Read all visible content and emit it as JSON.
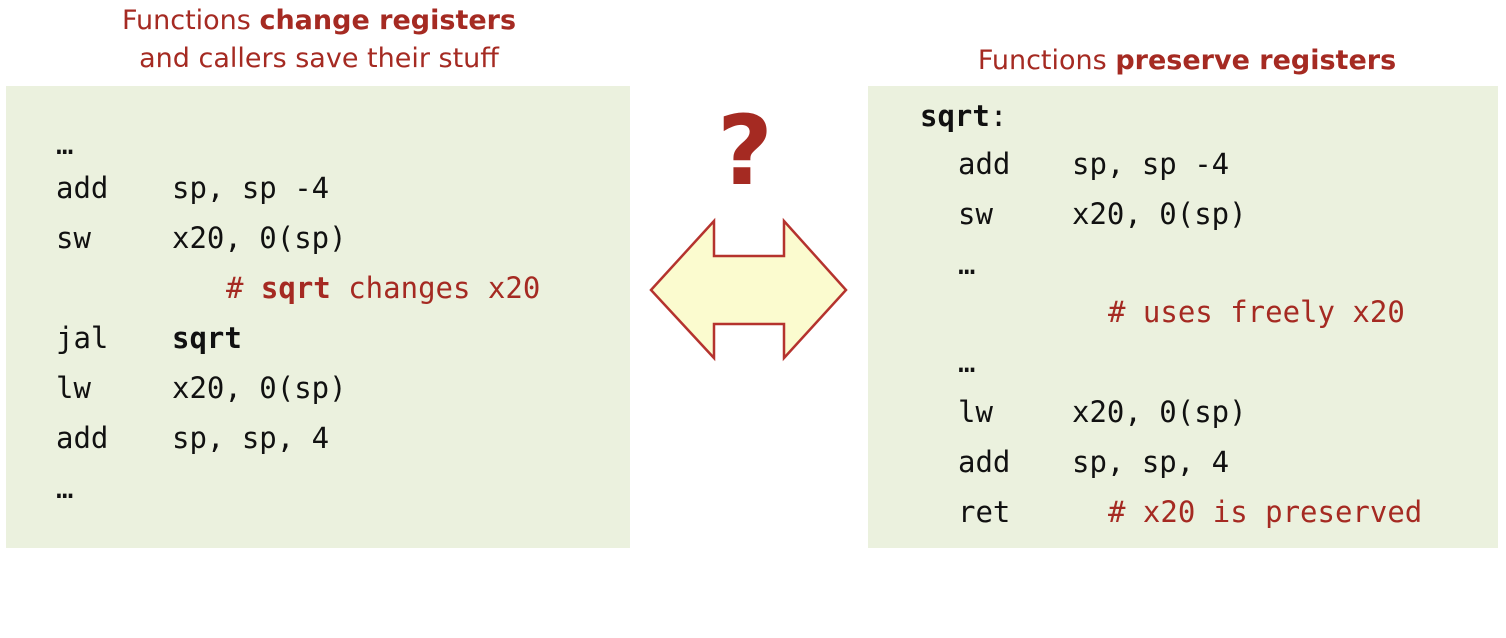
{
  "left": {
    "caption_line1_pre": "Functions ",
    "caption_line1_bold": "change registers",
    "caption_line2": "and callers save their stuff",
    "lines": [
      {
        "op": "…",
        "args": ""
      },
      {
        "op": "add",
        "args": "sp, sp -4"
      },
      {
        "op": "sw",
        "args": "x20, 0(sp)"
      },
      {
        "comment_pre": "# ",
        "comment_bold": "sqrt",
        "comment_post": " changes x20"
      },
      {
        "op": "jal",
        "args": "sqrt"
      },
      {
        "op": "lw",
        "args": "x20, 0(sp)"
      },
      {
        "op": "add",
        "args": "sp, sp, 4"
      },
      {
        "op": "…",
        "args": ""
      }
    ]
  },
  "center": {
    "question": "?",
    "arrow_fill": "#fbfbcf",
    "arrow_stroke": "#b5332e"
  },
  "right": {
    "caption_pre": "Functions ",
    "caption_bold": "preserve registers",
    "label": "sqrt",
    "label_colon": ":",
    "lines": [
      {
        "op": "add",
        "args": "sp, sp -4"
      },
      {
        "op": "sw",
        "args": "x20, 0(sp)"
      },
      {
        "op": "…",
        "args": ""
      },
      {
        "comment": "# uses freely x20"
      },
      {
        "op": "…",
        "args": ""
      },
      {
        "op": "lw",
        "args": "x20, 0(sp)"
      },
      {
        "op": "add",
        "args": "sp, sp, 4"
      },
      {
        "op": "ret",
        "comment": "# x20 is preserved"
      }
    ]
  },
  "colors": {
    "accent": "#a52a22",
    "panel_bg": "#ebf1de",
    "text": "#111111"
  }
}
